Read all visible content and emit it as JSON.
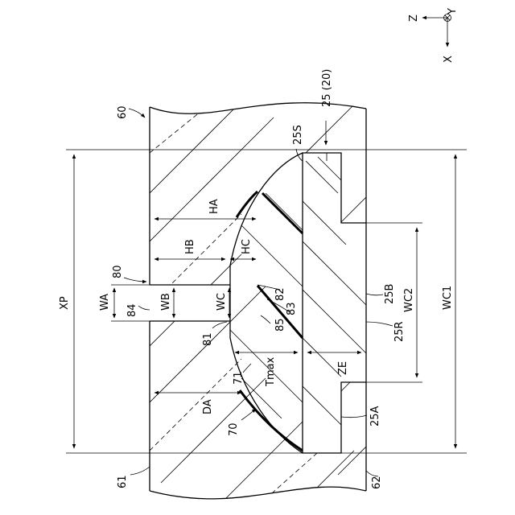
{
  "axes": {
    "z_label": "Z",
    "y_label": "Y",
    "x_label": "X"
  },
  "labels": {
    "l60": "60",
    "l61": "61",
    "l62": "62",
    "l80": "80",
    "l84": "84",
    "l81": "81",
    "l70": "70",
    "l71": "71",
    "l82": "82",
    "l83": "83",
    "l85": "85",
    "l25_20": "25 (20)",
    "l25S": "25S",
    "l25B": "25B",
    "l25R": "25R",
    "l25A": "25A"
  },
  "dimensions": {
    "XP": "XP",
    "WA": "WA",
    "WB": "WB",
    "WC": "WC",
    "HA": "HA",
    "HB": "HB",
    "HC": "HC",
    "DA": "DA",
    "Tmax": "Tmax",
    "ZE": "ZE",
    "WC1": "WC1",
    "WC2": "WC2"
  }
}
